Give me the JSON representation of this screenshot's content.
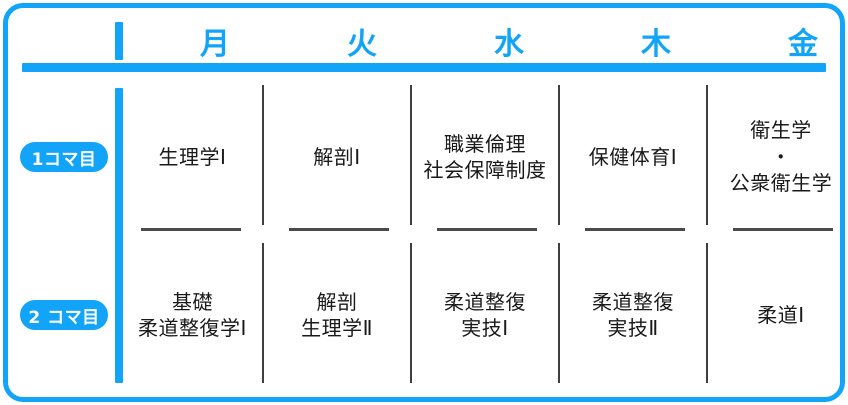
{
  "theme": {
    "accent": "#12a4f8",
    "text": "#1a1a1a",
    "rule": "#3f3f3f",
    "background": "#ffffff"
  },
  "header": {
    "corner_label": "",
    "days": [
      "月",
      "火",
      "水",
      "木",
      "金"
    ]
  },
  "periods": [
    {
      "badge": "1コマ目"
    },
    {
      "badge": "2 コマ目"
    }
  ],
  "rows": [
    {
      "period": "1コマ目",
      "cells": [
        "生理学Ⅰ",
        "解剖Ⅰ",
        "職業倫理\n社会保障制度",
        "保健体育Ⅰ",
        "衛生学\n・\n公衆衛生学"
      ]
    },
    {
      "period": "2 コマ目",
      "cells": [
        "基礎\n柔道整復学Ⅰ",
        "解剖\n生理学Ⅱ",
        "柔道整復\n実技Ⅰ",
        "柔道整復\n実技Ⅱ",
        "柔道Ⅰ"
      ]
    }
  ]
}
